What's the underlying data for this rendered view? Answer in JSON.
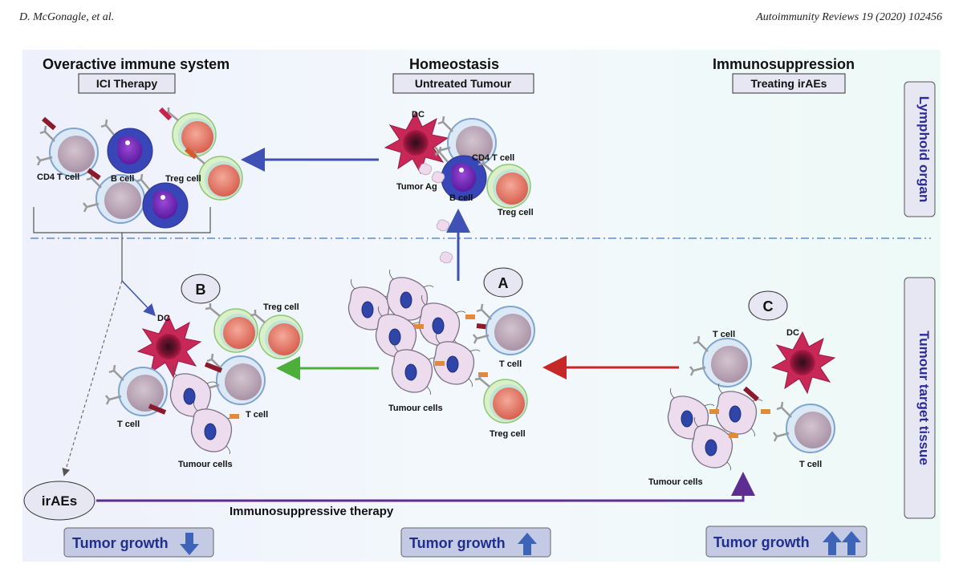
{
  "header": {
    "left": "D. McGonagle, et al.",
    "right": "Autoimmunity Reviews 19 (2020) 102456"
  },
  "columns": [
    {
      "title": "Overactive immune system",
      "box": "ICI Therapy"
    },
    {
      "title": "Homeostasis",
      "box": "Untreated Tumour"
    },
    {
      "title": "Immunosuppression",
      "box": "Treating irAEs"
    }
  ],
  "rows": {
    "top": "Lymphoid organ",
    "bottom": "Tumour target tissue"
  },
  "labels": {
    "cd4_tcell": "CD4 T cell",
    "b_cell": "B cell",
    "treg_cell": "Treg cell",
    "dc": "DC",
    "tumor_ag": "Tumor Ag",
    "t_cell": "T cell",
    "tumour_cells": "Tumour cells"
  },
  "markers": {
    "a": "A",
    "b": "B",
    "c": "C"
  },
  "irae": "irAEs",
  "therapy": "Immunosuppressive therapy",
  "growth": [
    {
      "label": "Tumor growth",
      "direction": "down",
      "arrows": 1
    },
    {
      "label": "Tumor growth",
      "direction": "up",
      "arrows": 1
    },
    {
      "label": "Tumor growth",
      "direction": "up",
      "arrows": 2
    }
  ],
  "colors": {
    "blue_arrow": "#3f51b5",
    "green_arrow": "#4caf3c",
    "red_arrow": "#c62828",
    "purple_arrow": "#5e2d91",
    "tumour_cell": "#ecdcee",
    "nucleus": "#2f45a8"
  }
}
